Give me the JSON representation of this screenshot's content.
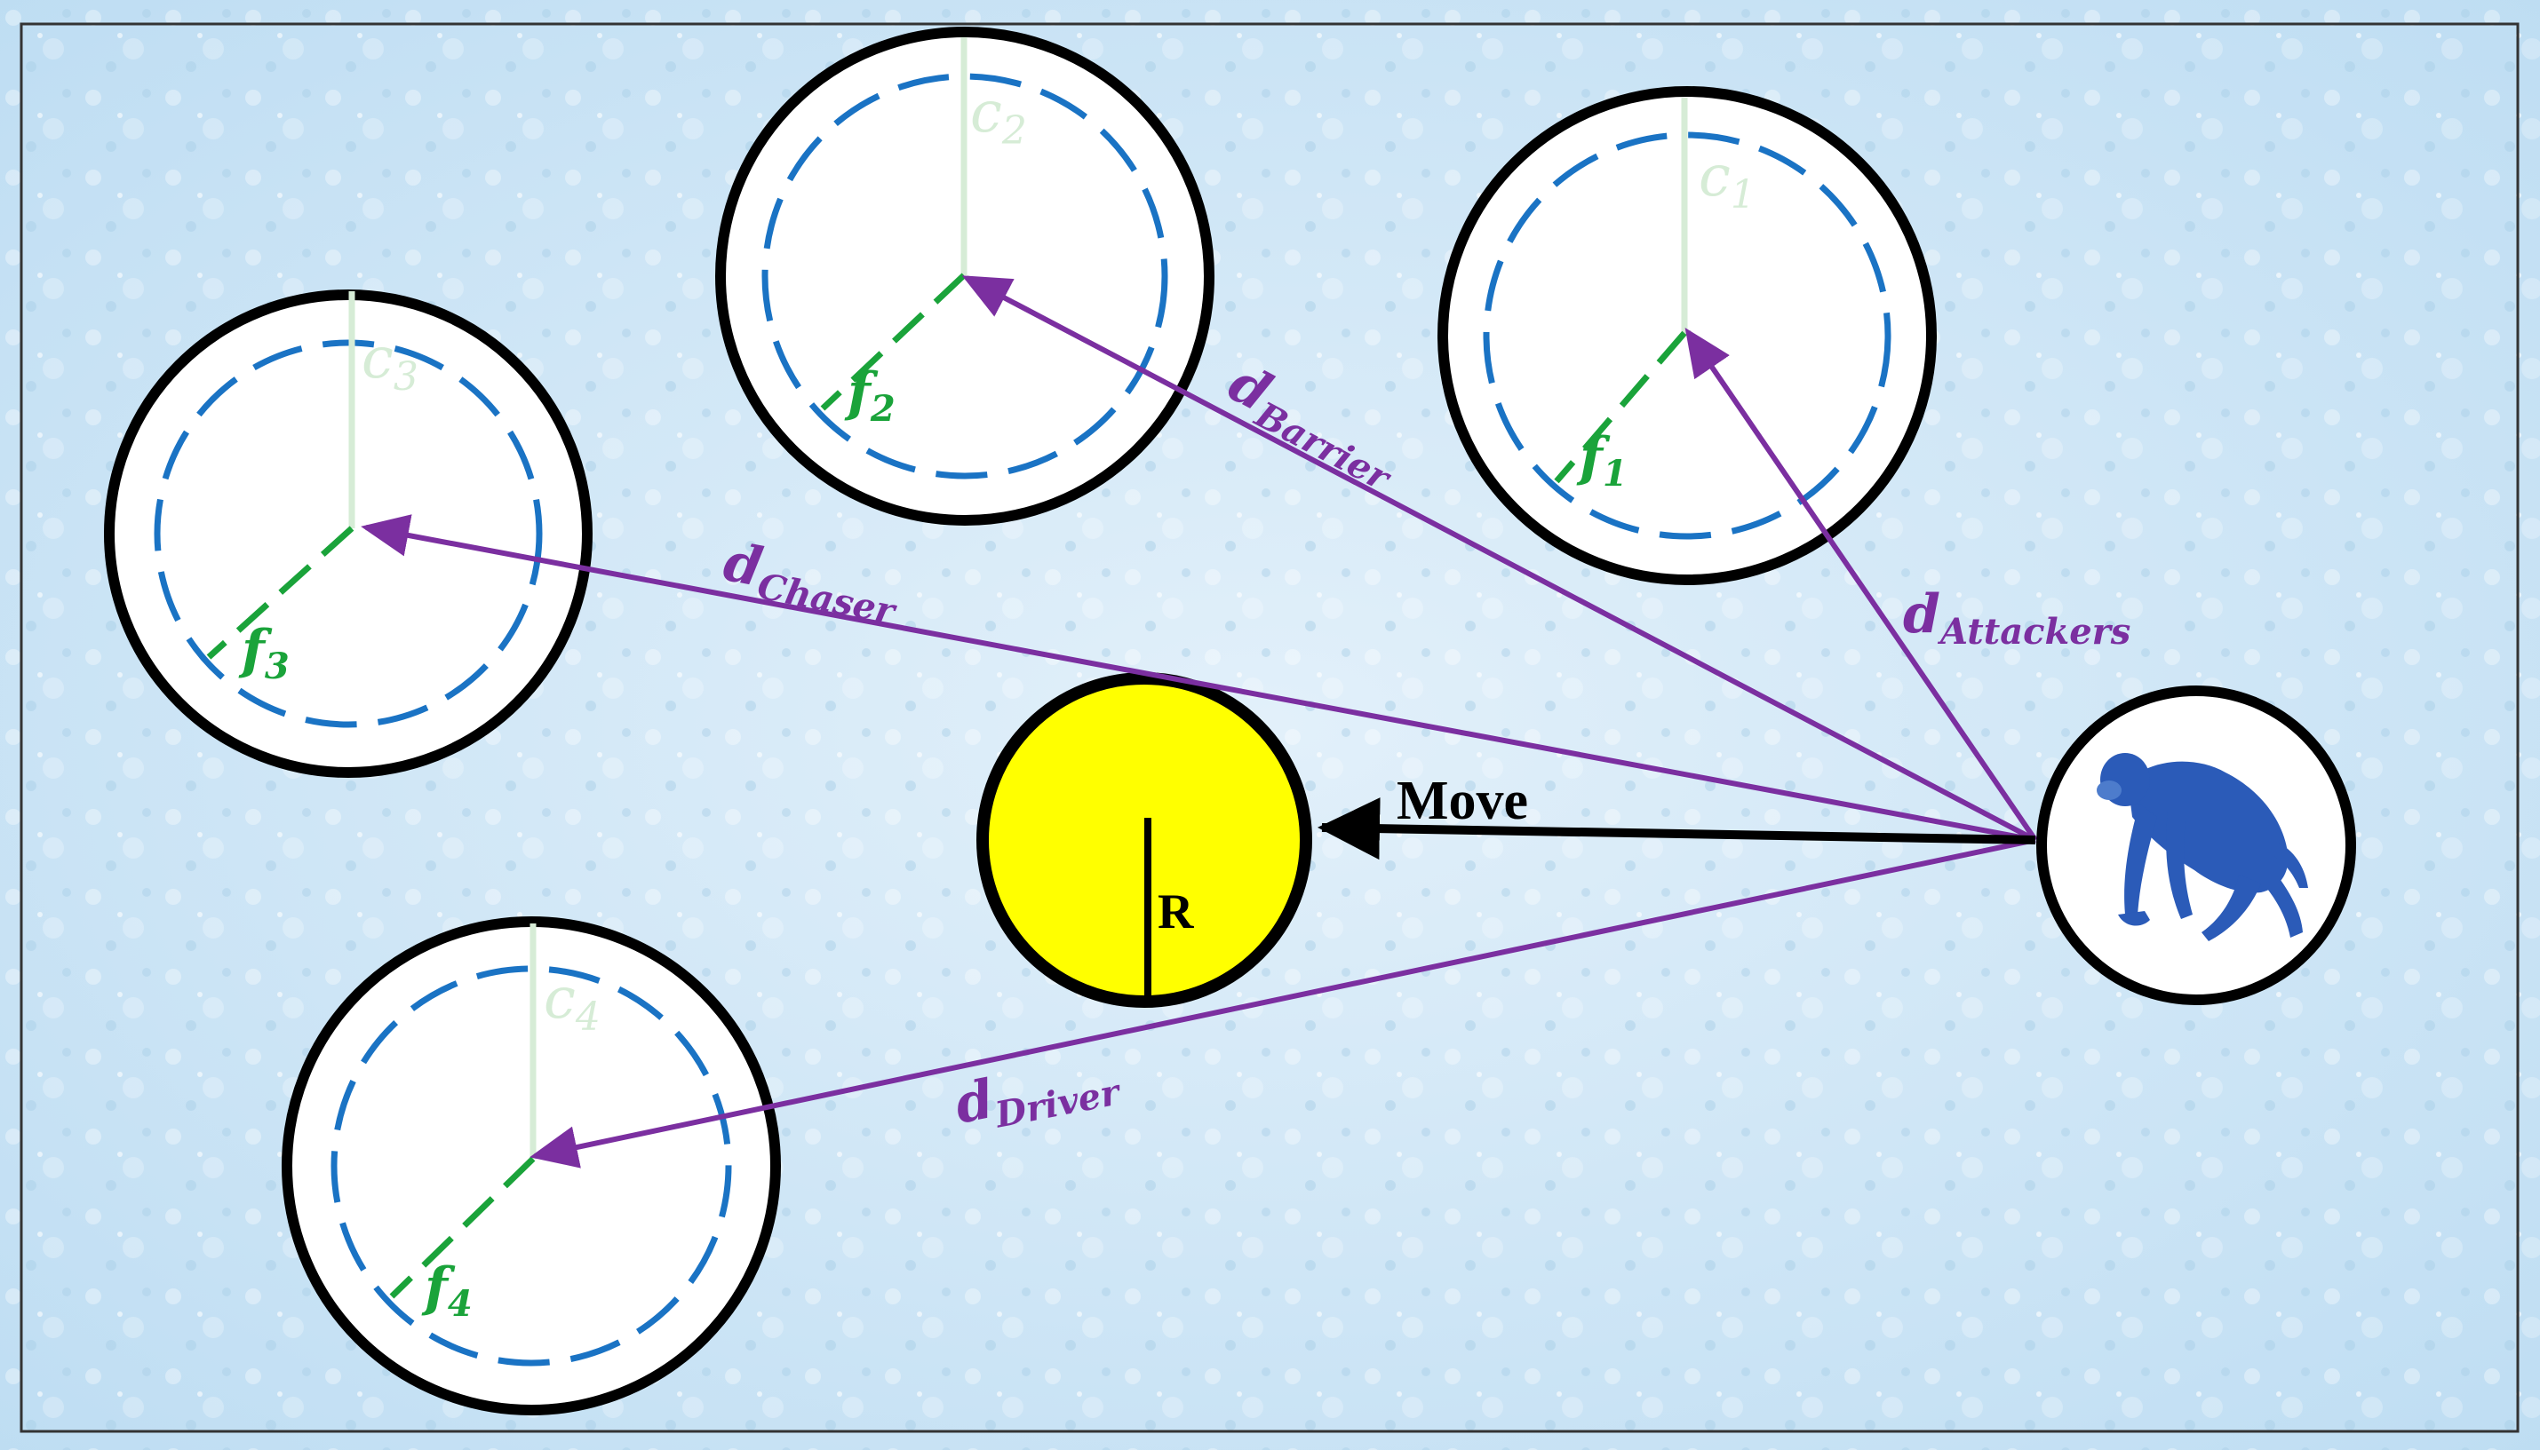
{
  "labels": {
    "move": "Move",
    "radius": "R"
  },
  "circles": [
    {
      "c_main": "c",
      "c_sub": "1",
      "f_main": "f",
      "f_sub": "1"
    },
    {
      "c_main": "c",
      "c_sub": "2",
      "f_main": "f",
      "f_sub": "2"
    },
    {
      "c_main": "c",
      "c_sub": "3",
      "f_main": "f",
      "f_sub": "3"
    },
    {
      "c_main": "c",
      "c_sub": "4",
      "f_main": "f",
      "f_sub": "4"
    }
  ],
  "distances": {
    "attackers": {
      "main": "d",
      "sub": "Attackers"
    },
    "barrier": {
      "main": "d",
      "sub": "Barrier"
    },
    "chaser": {
      "main": "d",
      "sub": "Chaser"
    },
    "driver": {
      "main": "d",
      "sub": "Driver"
    }
  },
  "icons": {
    "agent": "chimpanzee-icon"
  },
  "colors": {
    "background": "#cfe6f5",
    "distance_arrow": "#7b2fa0",
    "dashed_ring": "#1a73c4",
    "f_segment": "#1aa33a",
    "c_segment": "#d6ecd6",
    "prey_fill": "#ffff00",
    "chimp": "#2b5bb8"
  }
}
